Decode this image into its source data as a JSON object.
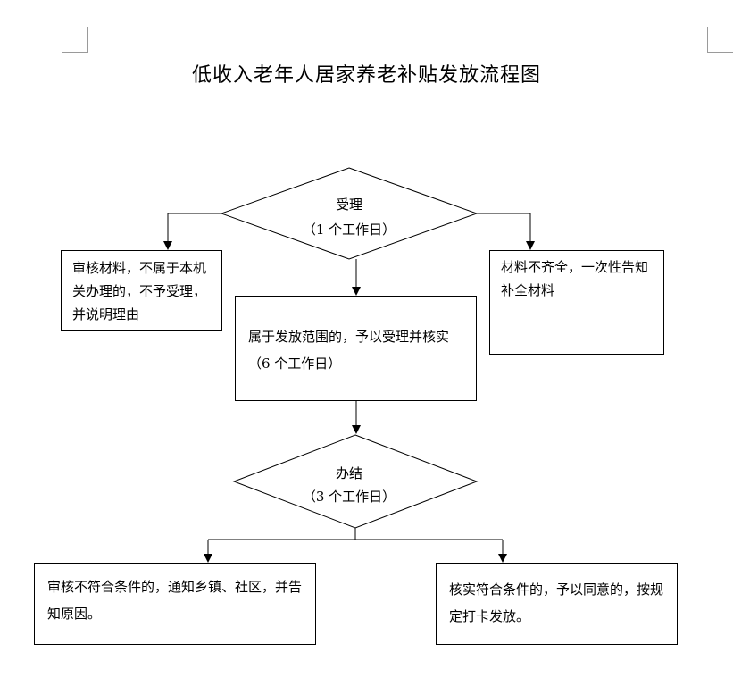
{
  "title": "低收入老年人居家养老补贴发放流程图",
  "steps": {
    "accept": {
      "label": "受理",
      "duration": "（1 个工作日）"
    },
    "reject": {
      "text": "审核材料，不属于本机关办理的，不予受理，并说明理由"
    },
    "supplement": {
      "text": "材料不齐全，一次性告知补全材料"
    },
    "verify": {
      "text": "属于发放范围的，予以受理并核实（6 个工作日）"
    },
    "conclude": {
      "label": "办结",
      "duration": "（3 个工作日）"
    },
    "notify": {
      "text": "审核不符合条件的，通知乡镇、社区，并告知原因。"
    },
    "approve": {
      "text": "核实符合条件的，予以同意的，按规定打卡发放。"
    }
  }
}
